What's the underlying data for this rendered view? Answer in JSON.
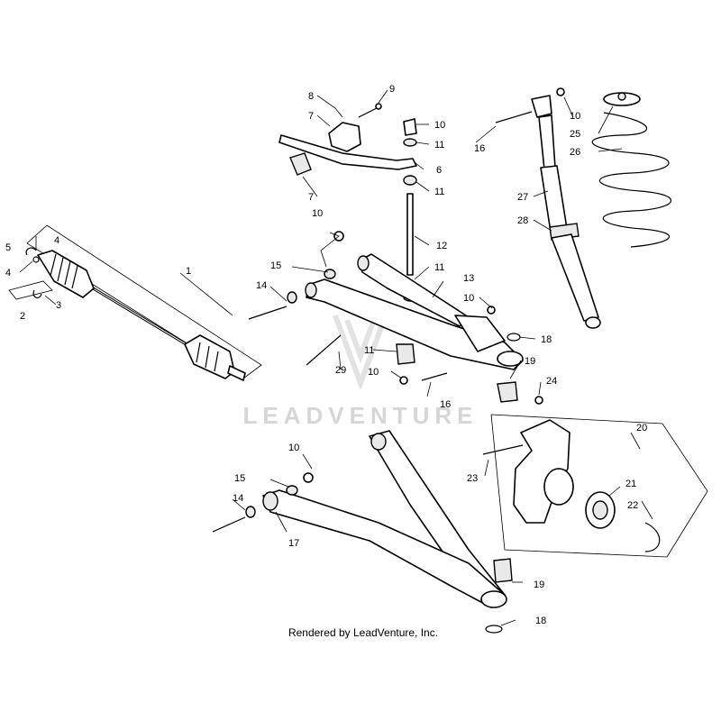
{
  "diagram": {
    "watermark": "LEADVENTURE",
    "footer": "Rendered by LeadVenture, Inc.",
    "callouts": {
      "c1": "1",
      "c2": "2",
      "c3": "3",
      "c4a": "4",
      "c4b": "4",
      "c5": "5",
      "c6": "6",
      "c7a": "7",
      "c7b": "7",
      "c8": "8",
      "c9": "9",
      "c10a": "10",
      "c10b": "10",
      "c10c": "10",
      "c10d": "10",
      "c10e": "10",
      "c10f": "10",
      "c11a": "11",
      "c11b": "11",
      "c11c": "11",
      "c11d": "11",
      "c12": "12",
      "c13": "13",
      "c14a": "14",
      "c14b": "14",
      "c15a": "15",
      "c15b": "15",
      "c16a": "16",
      "c16b": "16",
      "c17": "17",
      "c18a": "18",
      "c18b": "18",
      "c19a": "19",
      "c19b": "19",
      "c20": "20",
      "c21": "21",
      "c22": "22",
      "c23": "23",
      "c24": "24",
      "c25": "25",
      "c26": "26",
      "c27": "27",
      "c28": "28",
      "c29": "29"
    }
  }
}
